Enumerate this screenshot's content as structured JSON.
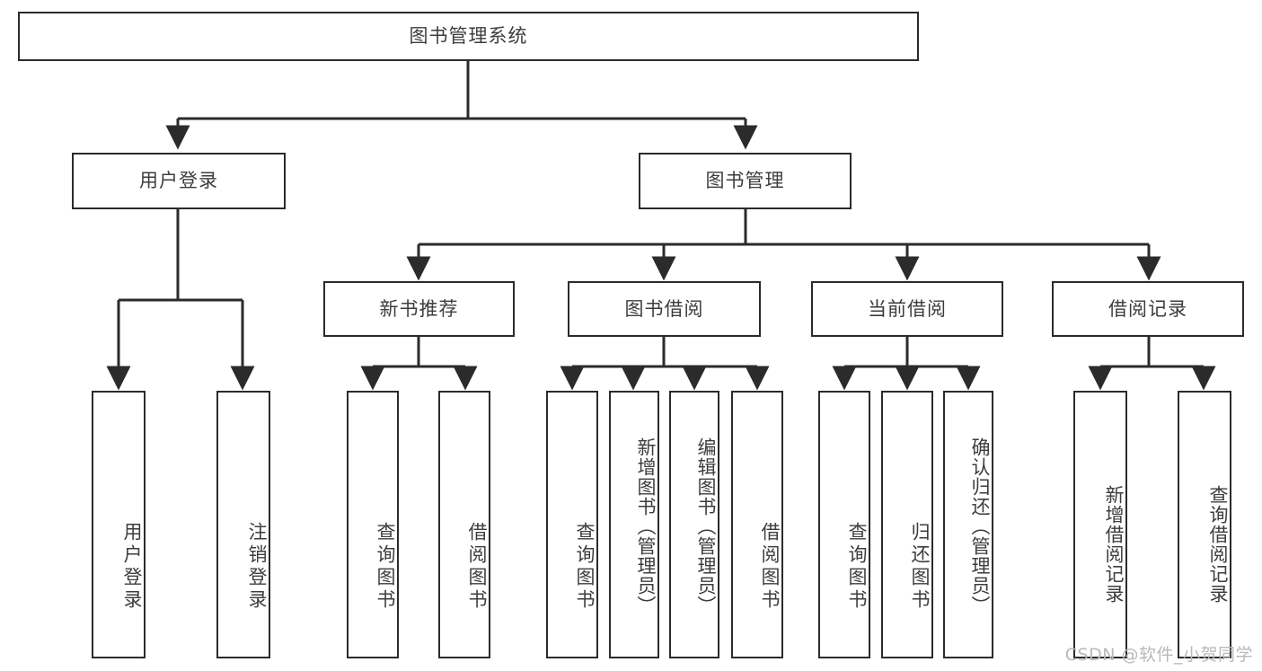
{
  "diagram": {
    "type": "tree",
    "title_node": "图书管理系统",
    "watermark": "CSDN @软件_小贺同学",
    "colors": {
      "stroke": "#2b2b2b",
      "text": "#3d3d3d",
      "background": "#ffffff",
      "watermark": "#b9b9b9"
    },
    "nodes": {
      "root": {
        "label": "图书管理系统"
      },
      "level2": [
        {
          "id": "user-login",
          "label": "用户登录"
        },
        {
          "id": "book-manage",
          "label": "图书管理"
        }
      ],
      "level3": [
        {
          "id": "new-book-rec",
          "label": "新书推荐"
        },
        {
          "id": "book-borrow",
          "label": "图书借阅"
        },
        {
          "id": "current-borrow",
          "label": "当前借阅"
        },
        {
          "id": "borrow-record",
          "label": "借阅记录"
        }
      ],
      "leaves": {
        "user-login": [
          {
            "id": "leaf-user-login",
            "label": "用户登录"
          },
          {
            "id": "leaf-logout",
            "label": "注销登录"
          }
        ],
        "new-book-rec": [
          {
            "id": "leaf-query-book-1",
            "label": "查询图书"
          },
          {
            "id": "leaf-borrow-book-1",
            "label": "借阅图书"
          }
        ],
        "book-borrow": [
          {
            "id": "leaf-query-book-2",
            "label": "查询图书"
          },
          {
            "id": "leaf-add-book",
            "label": "新增图书（管理员）"
          },
          {
            "id": "leaf-edit-book",
            "label": "编辑图书（管理员）"
          },
          {
            "id": "leaf-borrow-book-2",
            "label": "借阅图书"
          }
        ],
        "current-borrow": [
          {
            "id": "leaf-query-book-3",
            "label": "查询图书"
          },
          {
            "id": "leaf-return-book",
            "label": "归还图书"
          },
          {
            "id": "leaf-confirm-return",
            "label": "确认归还（管理员）"
          }
        ],
        "borrow-record": [
          {
            "id": "leaf-add-record",
            "label": "新增借阅记录"
          },
          {
            "id": "leaf-query-record",
            "label": "查询借阅记录"
          }
        ]
      }
    }
  }
}
